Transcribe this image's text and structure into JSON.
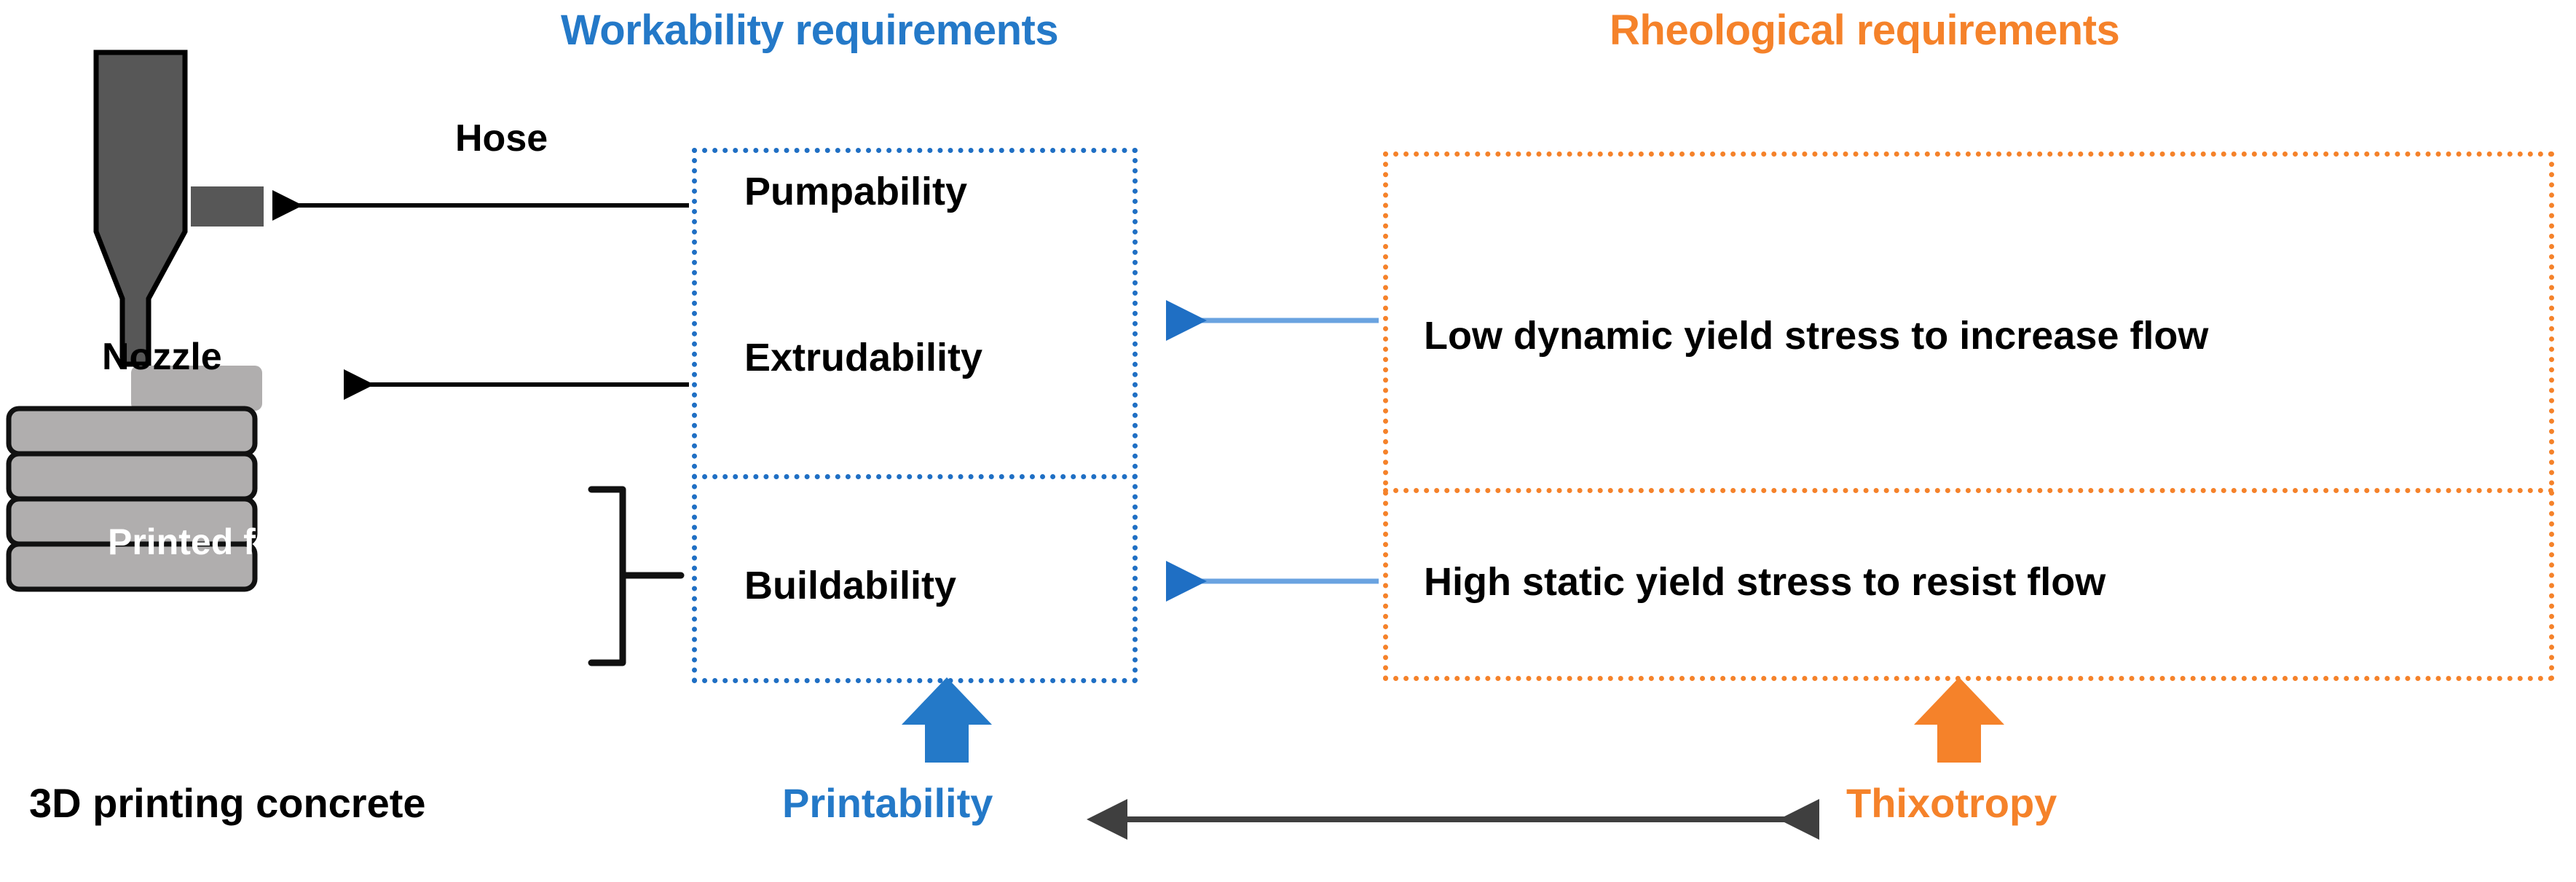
{
  "headings": {
    "workability": "Workability requirements",
    "rheological": "Rheological requirements"
  },
  "illustration": {
    "hose_label": "Hose",
    "nozzle_label": "Nozzle",
    "filaments_label": "Printed filaments",
    "caption": "3D printing concrete",
    "filament_layer_count": 4
  },
  "workability": {
    "items": [
      {
        "label": "Pumpability"
      },
      {
        "label": "Extrudability"
      },
      {
        "label": "Buildability"
      }
    ]
  },
  "rheological": {
    "items": [
      {
        "label": "Low dynamic yield stress to increase flow"
      },
      {
        "label": "High static yield stress to resist flow"
      }
    ]
  },
  "bottom": {
    "printability": "Printability",
    "thixotropy": "Thixotropy"
  },
  "colors": {
    "blue": "#2479c8",
    "blue_dotted": "#1f6fc4",
    "orange": "#f5822a",
    "hopper_gray": "#575757",
    "filament_gray": "#b0aeae",
    "black": "#000000",
    "arrow_gray": "#595959"
  }
}
